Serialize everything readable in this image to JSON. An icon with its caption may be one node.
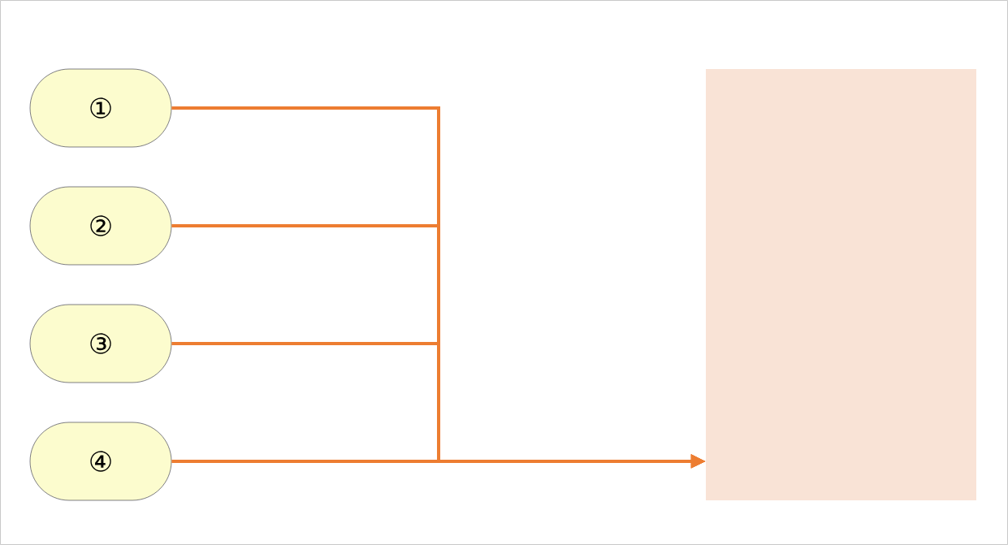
{
  "diagram": {
    "nodes": [
      {
        "text": [
          "①"
        ]
      },
      {
        "text": [
          "②"
        ]
      },
      {
        "text": [
          "③"
        ]
      },
      {
        "text": [
          "④"
        ]
      },
      {
        "text": [],
        "shape": "box"
      }
    ],
    "edges": [
      {
        "from": 0,
        "to": 4,
        "arrow": "to"
      },
      {
        "from": 1,
        "to": 4,
        "arrow": "to"
      },
      {
        "from": 2,
        "to": 4,
        "arrow": "to"
      },
      {
        "from": 3,
        "to": 4,
        "arrow": "to"
      }
    ]
  }
}
